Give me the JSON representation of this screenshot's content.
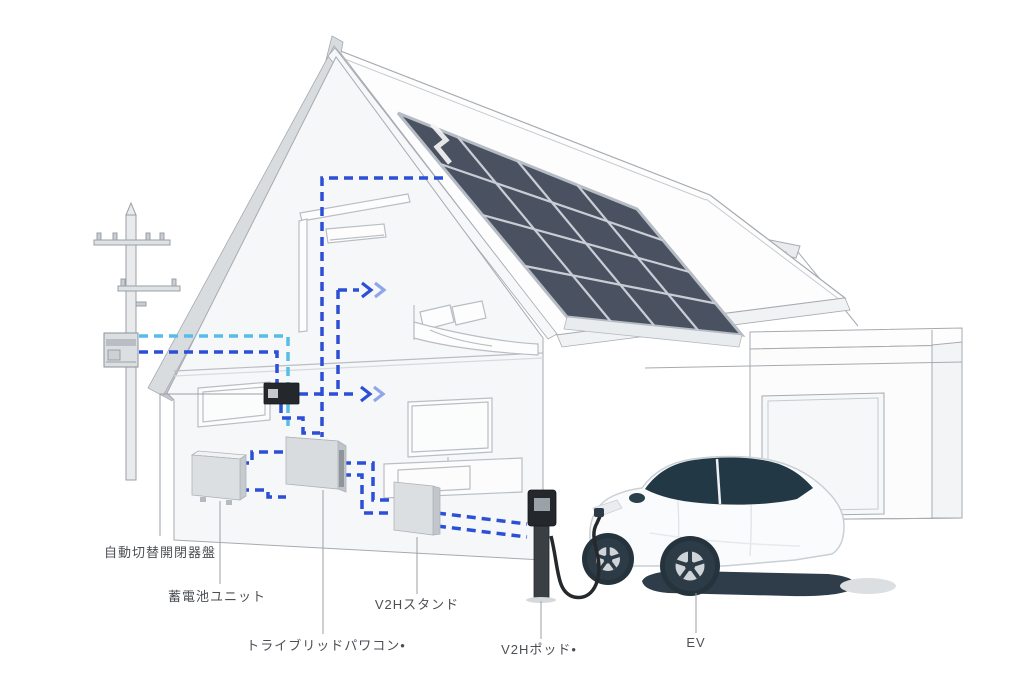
{
  "labels": {
    "auto_switch_panel": "自動切替開閉器盤",
    "battery_unit": "蓄電池ユニット",
    "tribrid_power_conditioner": "トライブリッドパワコン•",
    "v2h_stand": "V2Hスタンド",
    "v2h_pod": "V2Hポッド•",
    "ev": "EV"
  },
  "colors": {
    "wire_blue": "#2b4fd7",
    "wire_blue_light": "#8fa7ea",
    "wire_cyan": "#55bde8",
    "solar_panel": "#4a5160",
    "solar_grid_line": "#c9ced6",
    "outline": "#a6abb1",
    "equipment_gray": "#dcdfe2",
    "dark_equipment": "#24282c",
    "car_glass": "#223844",
    "car_shadow": "#2e3d49",
    "label_text": "#4b4f54",
    "label_line": "#9aa0a6"
  }
}
